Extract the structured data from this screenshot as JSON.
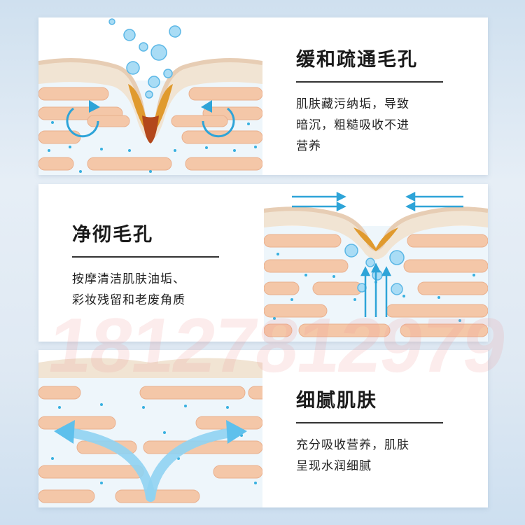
{
  "sections": [
    {
      "title": "缓和疏通毛孔",
      "desc_lines": [
        "肌肤藏污纳垢，导致",
        "暗沉，粗糙吸收不进",
        "营养"
      ]
    },
    {
      "title": "净彻毛孔",
      "desc_lines": [
        "按摩清洁肌肤油垢、",
        "彩妆残留和老废角质"
      ]
    },
    {
      "title": "细腻肌肤",
      "desc_lines": [
        "充分吸收营养，肌肤",
        "呈现水润细腻"
      ]
    }
  ],
  "watermark": "18127812979",
  "colors": {
    "skin_cell": "#f4c7a8",
    "skin_layer": "#f0e6d6",
    "pore_oil": "#e09a2e",
    "pore_dirt": "#b3471b",
    "bubble": "#6ec3ec",
    "arrow": "#2ea4d8",
    "dots": "#38b0e0"
  }
}
